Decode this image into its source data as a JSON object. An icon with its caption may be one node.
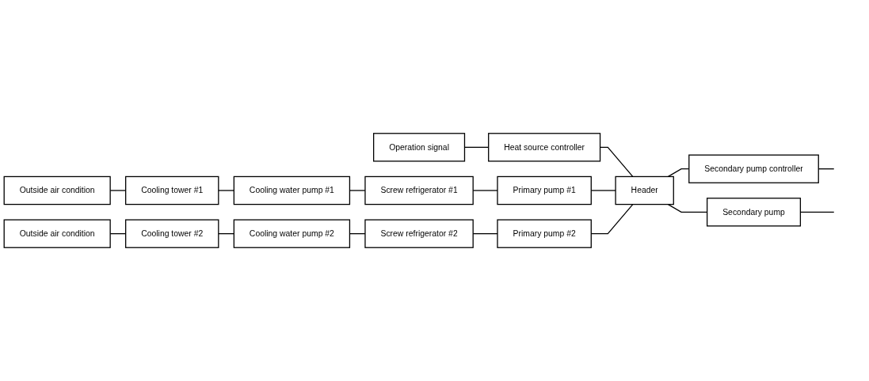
{
  "diagram": {
    "nodes": [
      {
        "text": [
          "Operation signal"
        ]
      },
      {
        "text": [
          "Heat source controller"
        ]
      },
      {
        "text": [
          "Header"
        ]
      },
      {
        "text": [
          "Secondary pump controller"
        ]
      },
      {
        "text": [
          "Outside air condition"
        ]
      },
      {
        "text": [
          "Cooling tower #1"
        ]
      },
      {
        "text": [
          "Cooling water pump #1"
        ]
      },
      {
        "text": [
          "Screw refrigerator #1"
        ]
      },
      {
        "text": [
          "Primary pump #1"
        ]
      },
      {
        "text": [
          "Secondary pump"
        ]
      },
      {
        "text": [
          "Outside air condition"
        ]
      },
      {
        "text": [
          "Cooling tower #2"
        ]
      },
      {
        "text": [
          "Cooling water pump #2"
        ]
      },
      {
        "text": [
          "Screw refrigerator #2"
        ]
      },
      {
        "text": [
          "Primary pump #2"
        ]
      }
    ],
    "edges": [
      {
        "from": 0,
        "to": 1,
        "arrow": "none"
      },
      {
        "from": 1,
        "to": 2,
        "arrow": "none"
      },
      {
        "from": 2,
        "to": 3,
        "arrow": "none"
      },
      {
        "from": 3,
        "to": null,
        "arrow": "none"
      },
      {
        "from": 4,
        "to": 5,
        "arrow": "none"
      },
      {
        "from": 5,
        "to": 6,
        "arrow": "none"
      },
      {
        "from": 6,
        "to": 7,
        "arrow": "none"
      },
      {
        "from": 7,
        "to": 8,
        "arrow": "none"
      },
      {
        "from": 8,
        "to": 2,
        "arrow": "none"
      },
      {
        "from": 2,
        "to": 9,
        "arrow": "none"
      },
      {
        "from": 9,
        "to": null,
        "arrow": "none"
      },
      {
        "from": 10,
        "to": 11,
        "arrow": "none"
      },
      {
        "from": 11,
        "to": 12,
        "arrow": "none"
      },
      {
        "from": 12,
        "to": 13,
        "arrow": "none"
      },
      {
        "from": 13,
        "to": 14,
        "arrow": "none"
      },
      {
        "from": 14,
        "to": 2,
        "arrow": "none"
      }
    ]
  }
}
